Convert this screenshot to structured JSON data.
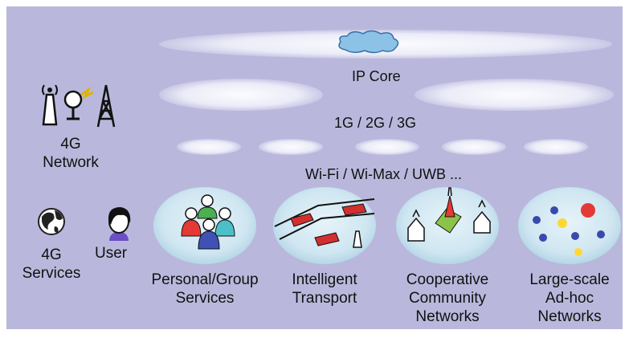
{
  "diagram": {
    "colors": {
      "background": "#b9b8dc",
      "frame": "#ffffff",
      "ellipse_light": "#f7f7fd",
      "ellipse_mid": "#dcdcf1",
      "bubble": "#cfe6f1",
      "cloud": "#8cc2e6"
    },
    "tiers": {
      "ip_core": "IP Core",
      "cellular": "1G / 2G / 3G",
      "wireless": "Wi-Fi / Wi-Max / UWB ..."
    },
    "network": {
      "line1": "4G",
      "line2": "Network",
      "icons": [
        "radio-tower-icon",
        "satellite-dish-icon",
        "lattice-tower-icon"
      ]
    },
    "services": {
      "line1": "4G",
      "line2": "Services",
      "icon": "globe-icon"
    },
    "user": {
      "label": "User",
      "icon": "user-head-icon"
    },
    "bubbles": [
      {
        "line1": "Personal/Group",
        "line2": "Services",
        "line3": "",
        "icon": "people-group-icon"
      },
      {
        "line1": "Intelligent",
        "line2": "Transport",
        "line3": "",
        "icon": "cars-road-icon"
      },
      {
        "line1": "Cooperative",
        "line2": "Community",
        "line3": "Networks",
        "icon": "houses-tower-icon"
      },
      {
        "line1": "Large-scale",
        "line2": "Ad-hoc",
        "line3": "Networks",
        "icon": "nodes-dots-icon"
      }
    ]
  }
}
